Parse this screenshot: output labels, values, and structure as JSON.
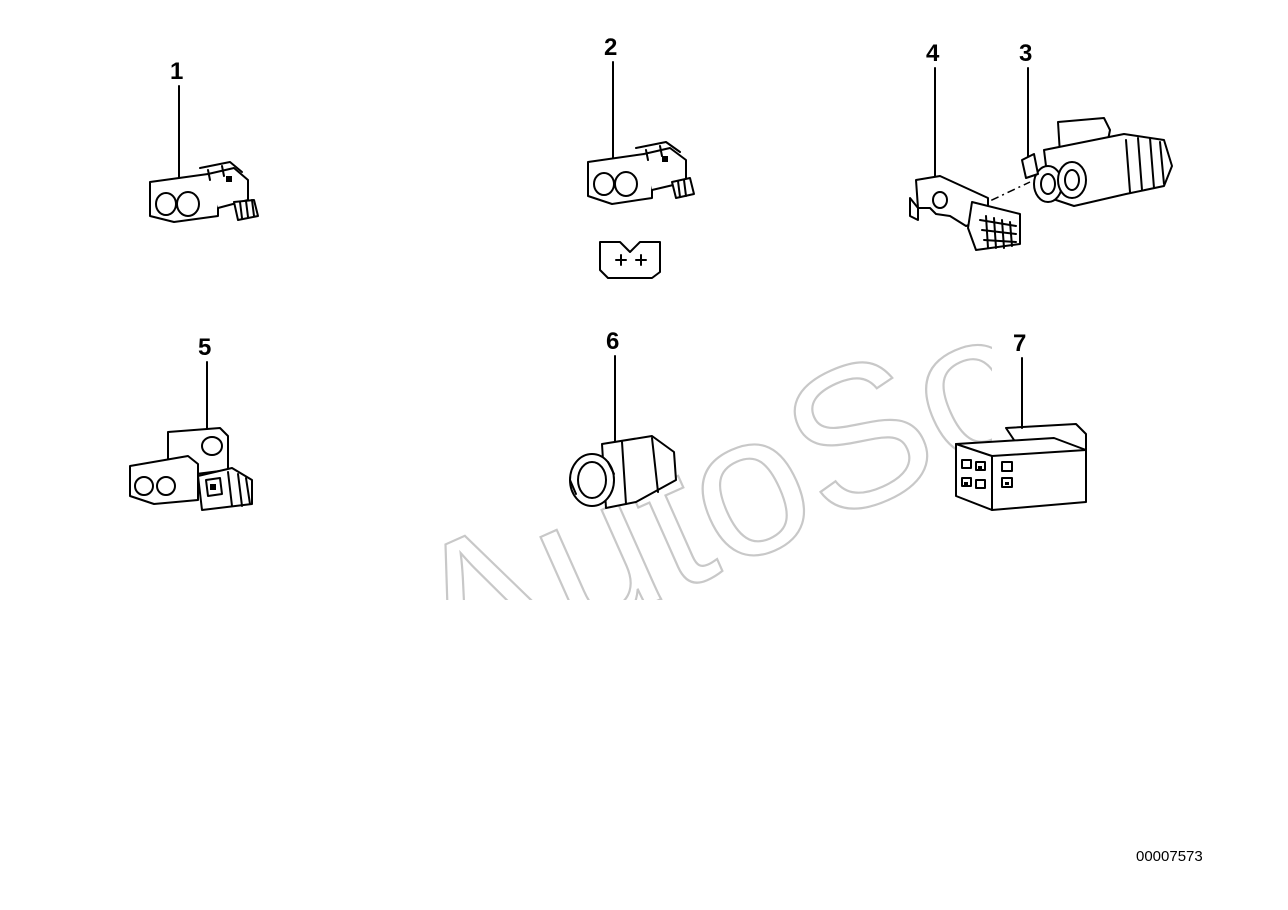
{
  "watermark": {
    "text": "AutoSoft"
  },
  "callouts": [
    {
      "id": "1",
      "label": "1"
    },
    {
      "id": "2",
      "label": "2"
    },
    {
      "id": "3",
      "label": "3"
    },
    {
      "id": "4",
      "label": "4"
    },
    {
      "id": "5",
      "label": "5"
    },
    {
      "id": "6",
      "label": "6"
    },
    {
      "id": "7",
      "label": "7"
    }
  ],
  "parts": [
    {
      "callout": "1",
      "icon": "two-pin-connector-icon"
    },
    {
      "callout": "2",
      "icon": "two-pin-connector-icon"
    },
    {
      "callout": "2",
      "icon": "pin-symbol-icon"
    },
    {
      "callout": "3",
      "icon": "sealed-plug-connector-icon"
    },
    {
      "callout": "4",
      "icon": "locking-clip-icon"
    },
    {
      "callout": "5",
      "icon": "angled-connector-icon"
    },
    {
      "callout": "6",
      "icon": "round-socket-icon"
    },
    {
      "callout": "7",
      "icon": "multi-pin-housing-icon"
    }
  ],
  "drawing_code": "00007573"
}
